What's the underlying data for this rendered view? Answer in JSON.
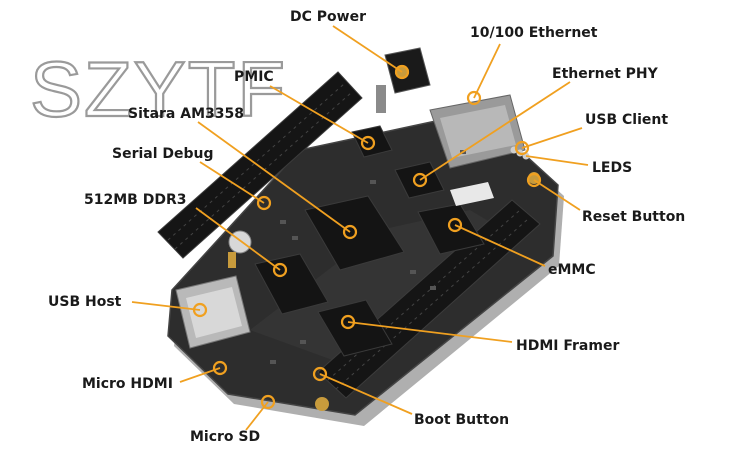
{
  "watermark": "SZYTF",
  "labels": {
    "dc_power": "DC Power",
    "ethernet": "10/100 Ethernet",
    "pmic": "PMIC",
    "ethernet_phy": "Ethernet PHY",
    "sitara": "Sitara AM3358",
    "usb_client": "USB Client",
    "serial_debug": "Serial Debug",
    "leds": "LEDS",
    "ddr3": "512MB DDR3",
    "reset_button": "Reset Button",
    "emmc": "eMMC",
    "usb_host": "USB Host",
    "hdmi_framer": "HDMI Framer",
    "micro_hdmi": "Micro HDMI",
    "boot_button": "Boot Button",
    "micro_sd": "Micro SD"
  },
  "colors": {
    "accent": "#f0a020",
    "board": "#2b2b2b",
    "text": "#1a1a1a"
  }
}
